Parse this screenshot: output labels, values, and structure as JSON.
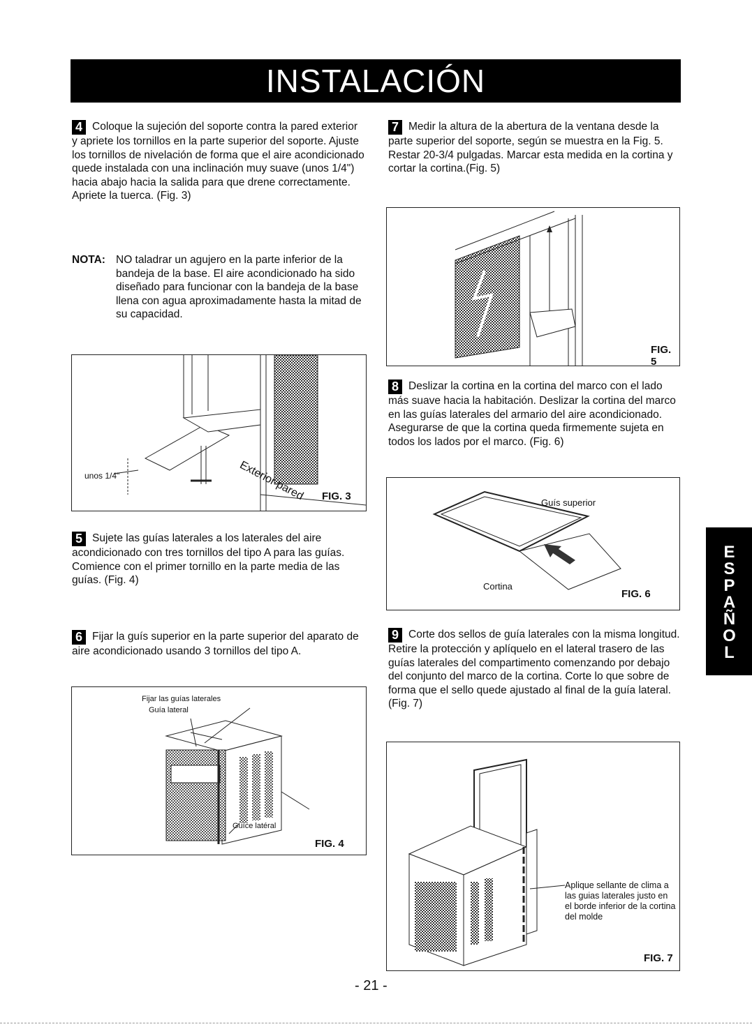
{
  "title": "INSTALACIÓN",
  "side_tab": "ESPAÑOL",
  "page_number": "- 21 -",
  "steps": {
    "s4": {
      "num": "4",
      "text": "Coloque la sujeción del soporte contra la pared exterior y apriete los tornillos en la parte superior del soporte. Ajuste los tornillos de nivelación de forma que el aire acondicionado quede instalada con una inclinación muy suave (unos 1/4\") hacia abajo hacia la salida para que drene correctamente. Apriete la tuerca. (Fig. 3)"
    },
    "s5": {
      "num": "5",
      "text": "Sujete las guías laterales a los laterales del aire acondicionado con tres tornillos del tipo A para las guías. Comience con el primer tornillo en la parte media de las guías. (Fig. 4)"
    },
    "s6": {
      "num": "6",
      "text": "Fijar la guís superior en la parte superior del aparato de aire acondicionado usando 3 tornillos del tipo A."
    },
    "s7": {
      "num": "7",
      "text": "Medir la altura de la abertura de la ventana desde la parte superior del soporte, según se muestra en la Fig. 5. Restar 20-3/4 pulgadas. Marcar esta medida en la cortina y cortar la cortina.(Fig. 5)"
    },
    "s8": {
      "num": "8",
      "text": "Deslizar la cortina en la cortina del marco con el lado más suave hacia la habitación. Deslizar la cortina del marco en las guías laterales del armario del aire acondicionado. Asegurarse de que la cortina queda firmemente sujeta en todos los lados por el marco. (Fig. 6)"
    },
    "s9": {
      "num": "9",
      "text": "Corte dos sellos de guía laterales con la misma longitud. Retire la protección y aplíquelo en el lateral trasero de las guías laterales del compartimento comenzando por debajo del conjunto del marco de la cortina. Corte lo que sobre de forma que el sello quede ajustado al final de la guía lateral. (Fig. 7)"
    }
  },
  "note": {
    "label": "NOTA:",
    "text": "NO taladrar un agujero en la parte inferior de la bandeja de la base. El aire acondicionado ha sido diseñado para funcionar con la bandeja de la base llena con agua aproximadamente hasta la mitad de su capacidad."
  },
  "figures": {
    "fig3": {
      "label": "FIG. 3",
      "callout_unos": "unos 1/4\"",
      "callout_wall": "Exterior pared"
    },
    "fig4": {
      "label": "FIG. 4",
      "callout_fix": "Fijar las guías laterales",
      "callout_guia": "Guía lateral",
      "callout_guide_bottom": "Guíce latéral"
    },
    "fig5": {
      "label": "FIG. 5"
    },
    "fig6": {
      "label": "FIG. 6",
      "callout_top": "Guís superior",
      "callout_curtain": "Cortina"
    },
    "fig7": {
      "label": "FIG. 7",
      "callout": "Aplique sellante de clima a las guias laterales justo en el borde inferior de la cortina del molde"
    }
  }
}
